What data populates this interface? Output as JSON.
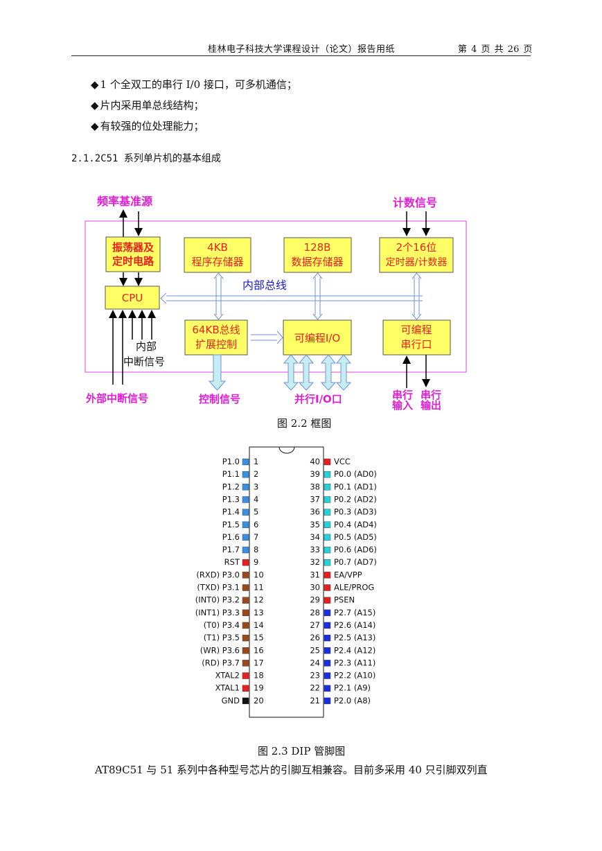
{
  "header": {
    "title": "桂林电子科技大学课程设计（论文）报告用纸",
    "page_info": "第 4 页 共 26 页"
  },
  "bullets": [
    "1 个全双工的串行 I/0 接口，可多机通信；",
    "片内采用单总线结构；",
    "有较强的位处理能力；"
  ],
  "bullet_mark": "◆",
  "section_title": "2.1.2C51 系列单片机的基本组成",
  "block_diagram": {
    "top_left_label": "频率基准源",
    "top_right_label": "计数信号",
    "oscillator": [
      "振荡器及",
      "定时电路"
    ],
    "rom": [
      "4KB",
      "程序存储器"
    ],
    "ram": [
      "128B",
      "数据存储器"
    ],
    "timers": [
      "2个16位",
      "定时器/计数器"
    ],
    "bus_label": "内部总线",
    "cpu": "CPU",
    "bus_ctrl": [
      "64KB总线",
      "扩展控制"
    ],
    "pio": "可编程I/O",
    "serial": [
      "可编程",
      "串行口"
    ],
    "internal_int": [
      "内部",
      "中断信号"
    ],
    "ext_int": "外部中断信号",
    "ctrl_signal": "控制信号",
    "parallel_io": "并行I/O口",
    "serial_in": [
      "串行",
      "输入"
    ],
    "serial_out": [
      "串行",
      "输出"
    ],
    "colors": {
      "box_fill": "#ffff66",
      "box_text": "#e8221a",
      "magenta": "#e01ed6",
      "frame": "#e040d8",
      "arrow_fill": "#c6eef2",
      "arrow_stroke": "#7090d8"
    }
  },
  "caption_2_2": "图 2.2 框图",
  "dip": {
    "left_pins": [
      {
        "num": "1",
        "label": "P1.0",
        "color": "#3a8fe0"
      },
      {
        "num": "2",
        "label": "P1.1",
        "color": "#3a8fe0"
      },
      {
        "num": "3",
        "label": "P1.2",
        "color": "#3a8fe0"
      },
      {
        "num": "4",
        "label": "P1.3",
        "color": "#3a8fe0"
      },
      {
        "num": "5",
        "label": "P1.4",
        "color": "#3a8fe0"
      },
      {
        "num": "6",
        "label": "P1.5",
        "color": "#3a8fe0"
      },
      {
        "num": "7",
        "label": "P1.6",
        "color": "#3a8fe0"
      },
      {
        "num": "8",
        "label": "P1.7",
        "color": "#3a8fe0"
      },
      {
        "num": "9",
        "label": "RST",
        "color": "#e52020"
      },
      {
        "num": "10",
        "label": "(RXD) P3.0",
        "color": "#9a4a1a"
      },
      {
        "num": "11",
        "label": "(TXD) P3.1",
        "color": "#9a4a1a"
      },
      {
        "num": "12",
        "label": "(INT0) P3.2",
        "color": "#9a4a1a"
      },
      {
        "num": "13",
        "label": "(INT1) P3.3",
        "color": "#9a4a1a"
      },
      {
        "num": "14",
        "label": "(T0) P3.4",
        "color": "#9a4a1a"
      },
      {
        "num": "15",
        "label": "(T1) P3.5",
        "color": "#9a4a1a"
      },
      {
        "num": "16",
        "label": "(WR) P3.6",
        "color": "#9a4a1a"
      },
      {
        "num": "17",
        "label": "(RD) P3.7",
        "color": "#9a4a1a"
      },
      {
        "num": "18",
        "label": "XTAL2",
        "color": "#e52020"
      },
      {
        "num": "19",
        "label": "XTAL1",
        "color": "#e52020"
      },
      {
        "num": "20",
        "label": "GND",
        "color": "#111111"
      }
    ],
    "right_pins": [
      {
        "num": "40",
        "label": "VCC",
        "color": "#e52020"
      },
      {
        "num": "39",
        "label": "P0.0 (AD0)",
        "color": "#2ad0d8"
      },
      {
        "num": "38",
        "label": "P0.1 (AD1)",
        "color": "#2ad0d8"
      },
      {
        "num": "37",
        "label": "P0.2 (AD2)",
        "color": "#2ad0d8"
      },
      {
        "num": "36",
        "label": "P0.3 (AD3)",
        "color": "#2ad0d8"
      },
      {
        "num": "35",
        "label": "P0.4 (AD4)",
        "color": "#2ad0d8"
      },
      {
        "num": "34",
        "label": "P0.5 (AD5)",
        "color": "#2ad0d8"
      },
      {
        "num": "33",
        "label": "P0.6 (AD6)",
        "color": "#2ad0d8"
      },
      {
        "num": "32",
        "label": "P0.7 (AD7)",
        "color": "#2ad0d8"
      },
      {
        "num": "31",
        "label": "EA/VPP",
        "color": "#e52020"
      },
      {
        "num": "30",
        "label": "ALE/PROG",
        "color": "#e52020"
      },
      {
        "num": "29",
        "label": "PSEN",
        "color": "#e52020"
      },
      {
        "num": "28",
        "label": "P2.7 (A15)",
        "color": "#1a2ee0"
      },
      {
        "num": "27",
        "label": "P2.6 (A14)",
        "color": "#1a2ee0"
      },
      {
        "num": "26",
        "label": "P2.5 (A13)",
        "color": "#1a2ee0"
      },
      {
        "num": "25",
        "label": "P2.4 (A12)",
        "color": "#1a2ee0"
      },
      {
        "num": "24",
        "label": "P2.3 (A11)",
        "color": "#1a2ee0"
      },
      {
        "num": "23",
        "label": "P2.2 (A10)",
        "color": "#1a2ee0"
      },
      {
        "num": "22",
        "label": "P2.1 (A9)",
        "color": "#1a2ee0"
      },
      {
        "num": "21",
        "label": "P2.0 (A8)",
        "color": "#1a2ee0"
      }
    ]
  },
  "caption_2_3": "图 2.3 DIP 管脚图",
  "body_text": "AT89C51 与 51 系列中各种型号芯片的引脚互相兼容。目前多采用 40 只引脚双列直"
}
